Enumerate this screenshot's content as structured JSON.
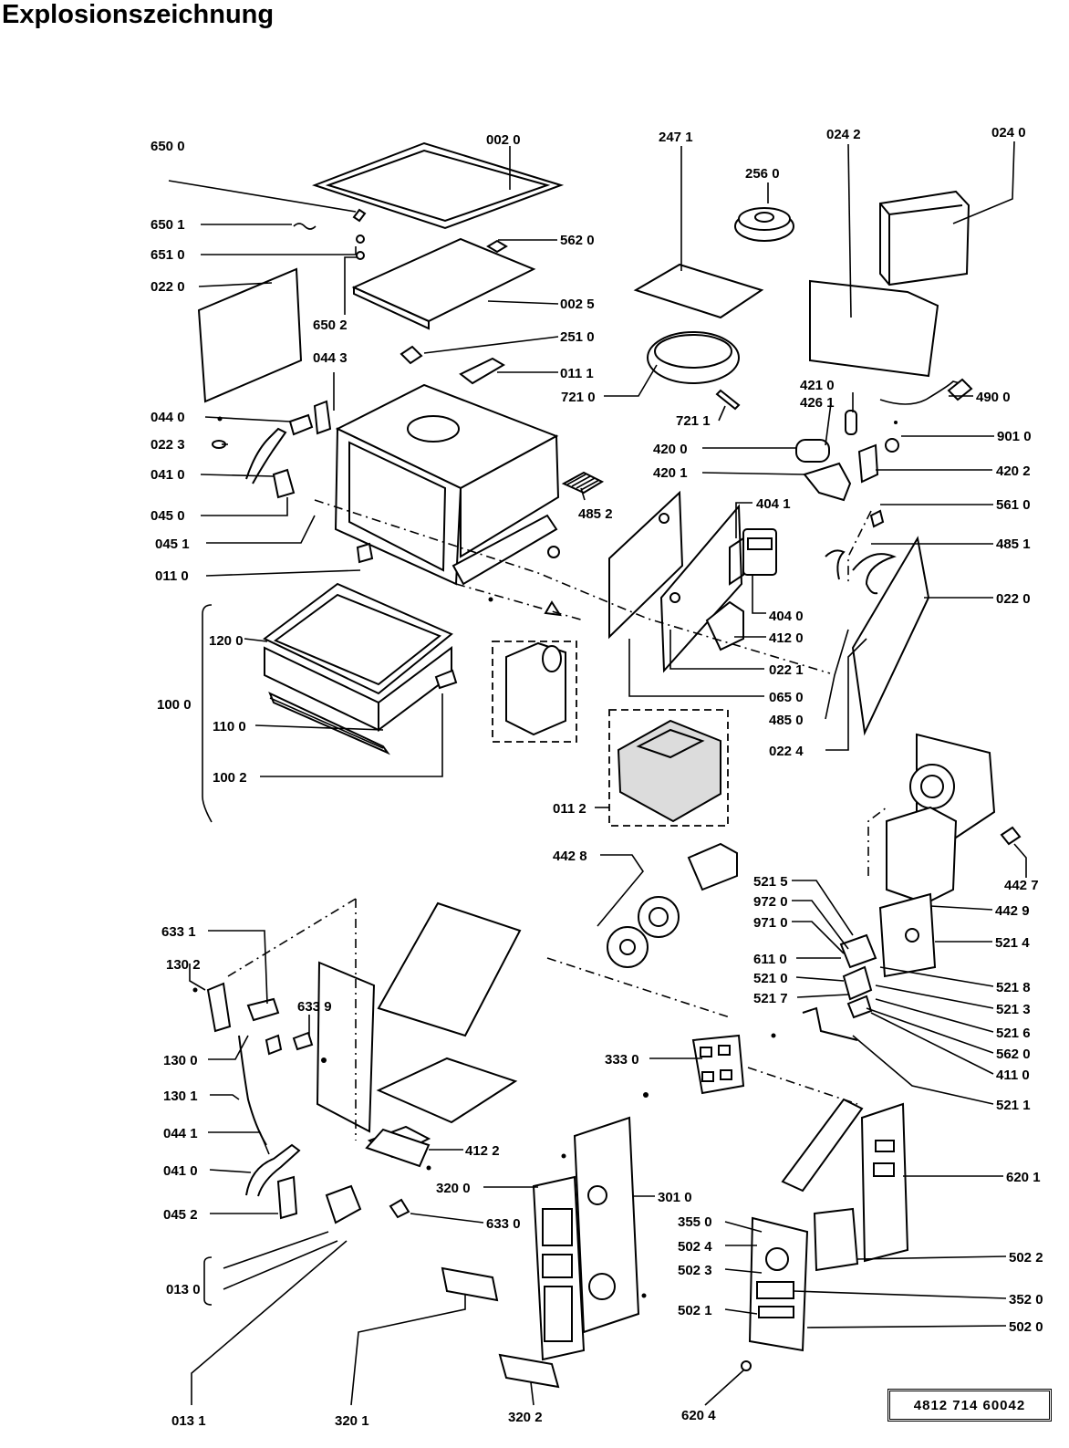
{
  "title": "Explosionszeichnung",
  "document_code": "4812  714  60042",
  "callouts": [
    "650 0",
    "002 0",
    "247 1",
    "024 2",
    "024 0",
    "256 0",
    "650 1",
    "562 0",
    "651 0",
    "022 0",
    "002 5",
    "650 2",
    "251 0",
    "044 3",
    "011 1",
    "721 0",
    "721 1",
    "421 0",
    "426 1",
    "490 0",
    "044 0",
    "022 3",
    "901 0",
    "420 0",
    "041 0",
    "420 1",
    "420 2",
    "045 0",
    "485 2",
    "404 1",
    "561 0",
    "045 1",
    "485 1",
    "011 0",
    "022 0",
    "404 0",
    "120 0",
    "412 0",
    "022 1",
    "100 0",
    "065 0",
    "110 0",
    "485 0",
    "022 4",
    "100 2",
    "011 2",
    "442 8",
    "442 7",
    "521 5",
    "442 9",
    "972 0",
    "971 0",
    "521 4",
    "633 1",
    "130 2",
    "611 0",
    "521 0",
    "521 8",
    "521 7",
    "521 3",
    "633 9",
    "521 6",
    "130 0",
    "562 0",
    "333 0",
    "411 0",
    "130 1",
    "521 1",
    "044 1",
    "412 2",
    "620 1",
    "041 0",
    "320 0",
    "301 0",
    "045 2",
    "633 0",
    "355 0",
    "502 4",
    "502 2",
    "502 3",
    "013 0",
    "352 0",
    "502 1",
    "502 0",
    "013 1",
    "320 1",
    "320 2",
    "620 4"
  ]
}
